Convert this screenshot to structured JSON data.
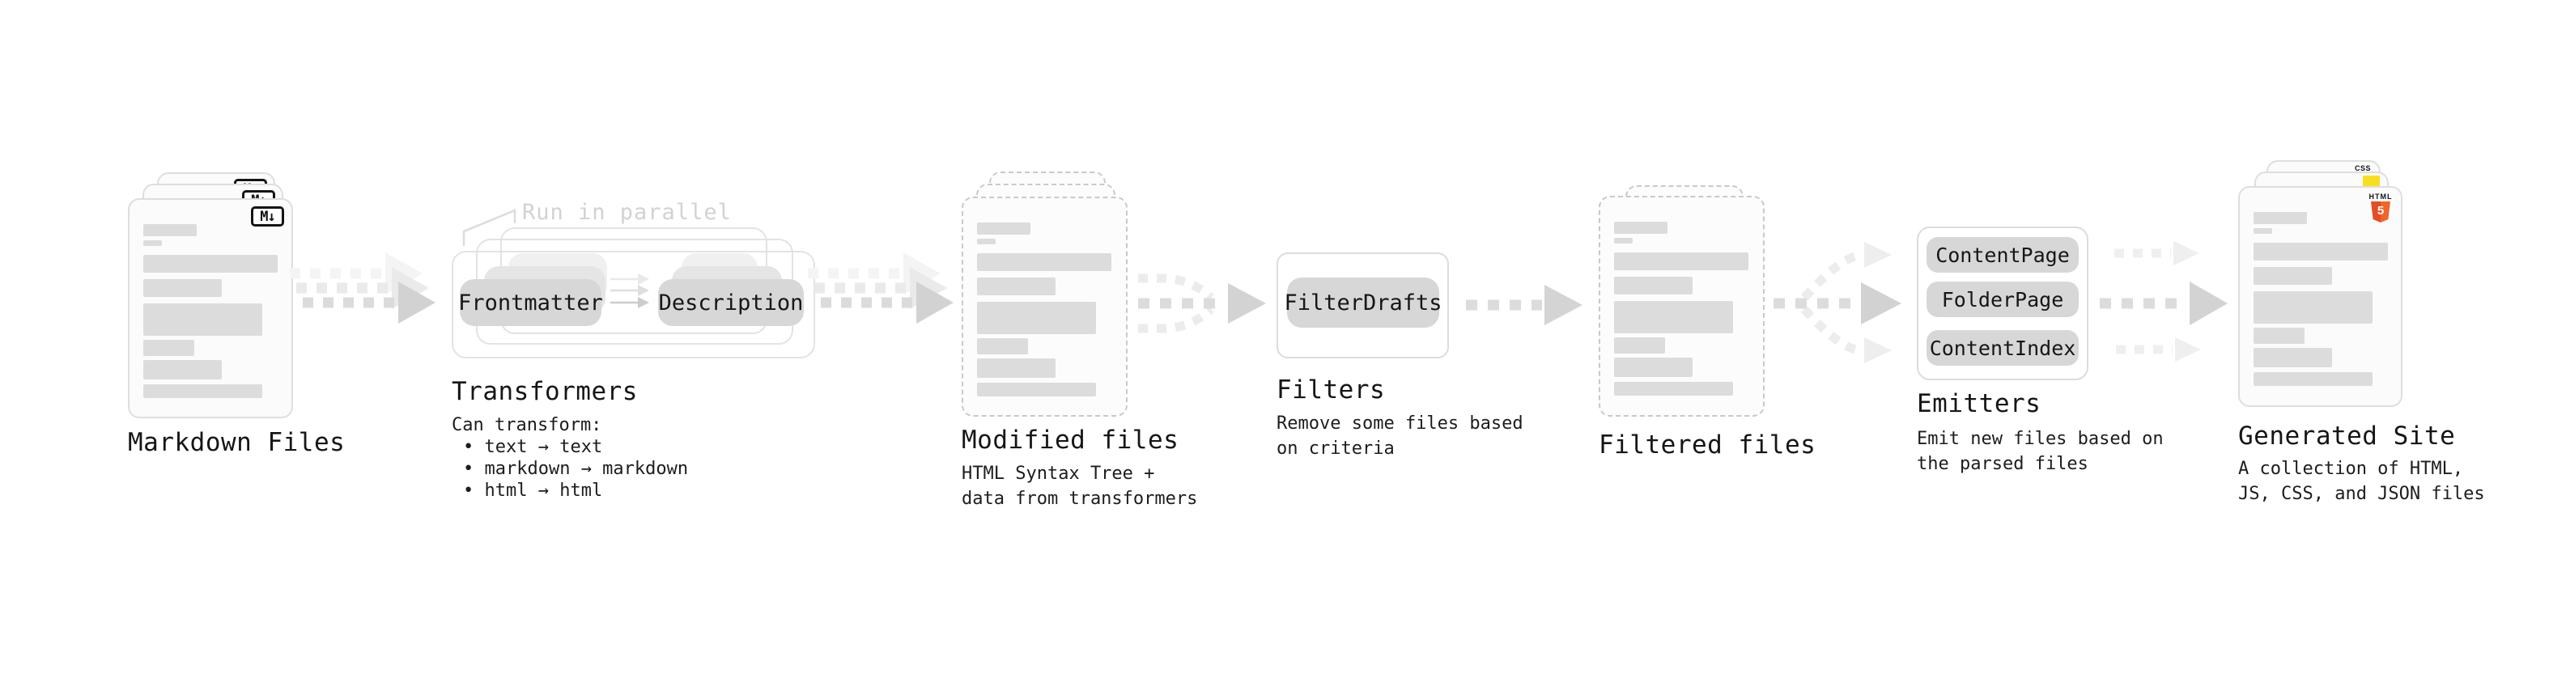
{
  "stages": {
    "markdown": {
      "title": "Markdown Files",
      "badge": "M↓"
    },
    "transformers": {
      "title": "Transformers",
      "note": "Run in parallel",
      "pill_frontmatter": "Frontmatter",
      "pill_description": "Description",
      "desc_heading": "Can transform:",
      "bullet1": "• text → text",
      "bullet2": "• markdown → markdown",
      "bullet3": "• html → html"
    },
    "modified": {
      "title": "Modified files",
      "subtitle_line1": "HTML Syntax Tree +",
      "subtitle_line2": "data from transformers"
    },
    "filters": {
      "title": "Filters",
      "pill": "FilterDrafts",
      "subtitle_line1": "Remove some files based",
      "subtitle_line2": "on criteria"
    },
    "filtered": {
      "title": "Filtered files"
    },
    "emitters": {
      "title": "Emitters",
      "pill1": "ContentPage",
      "pill2": "FolderPage",
      "pill3": "ContentIndex",
      "subtitle_line1": "Emit new files based on",
      "subtitle_line2": "the parsed files"
    },
    "generated": {
      "title": "Generated Site",
      "subtitle_line1": "A collection of HTML,",
      "subtitle_line2": "JS, CSS, and JSON files",
      "badge_html_label": "HTML",
      "badge_html_number": "5",
      "badge_css": "CSS"
    }
  },
  "colors": {
    "html5_shield_dark": "#e44d26",
    "html5_shield_light": "#f16529",
    "js_badge_yellow": "#f7df1e",
    "css_underline_blue": "#2760e6",
    "arrow_gray": "#dcdcdc",
    "arrow_ghost_gray": "#ececec",
    "pill_gray": "#d7d7d7",
    "note_gray": "#d2d2d2"
  }
}
